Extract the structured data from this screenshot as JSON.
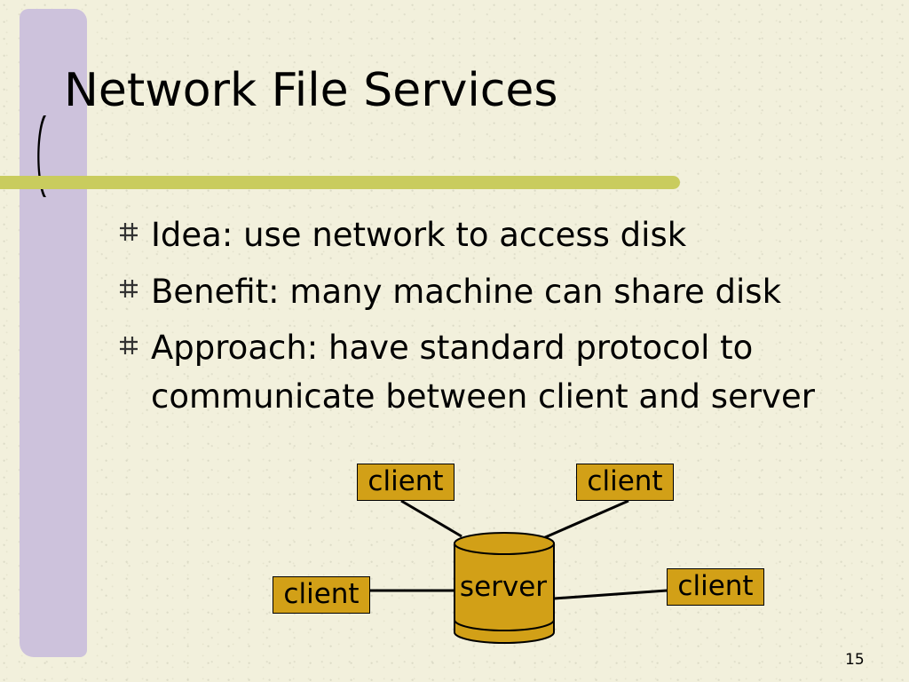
{
  "slide": {
    "title": "Network File Services",
    "page_number": "15"
  },
  "bullets": [
    "Idea: use network to access disk",
    "Benefit: many machine can share disk",
    "Approach: have standard protocol to communicate between client and server"
  ],
  "diagram": {
    "server_label": "server",
    "clients": [
      "client",
      "client",
      "client",
      "client"
    ]
  },
  "colors": {
    "background": "#f2f0dc",
    "side_band": "#cdc2dc",
    "title_rule": "#c9cc5e",
    "node_fill": "#d2a017"
  }
}
